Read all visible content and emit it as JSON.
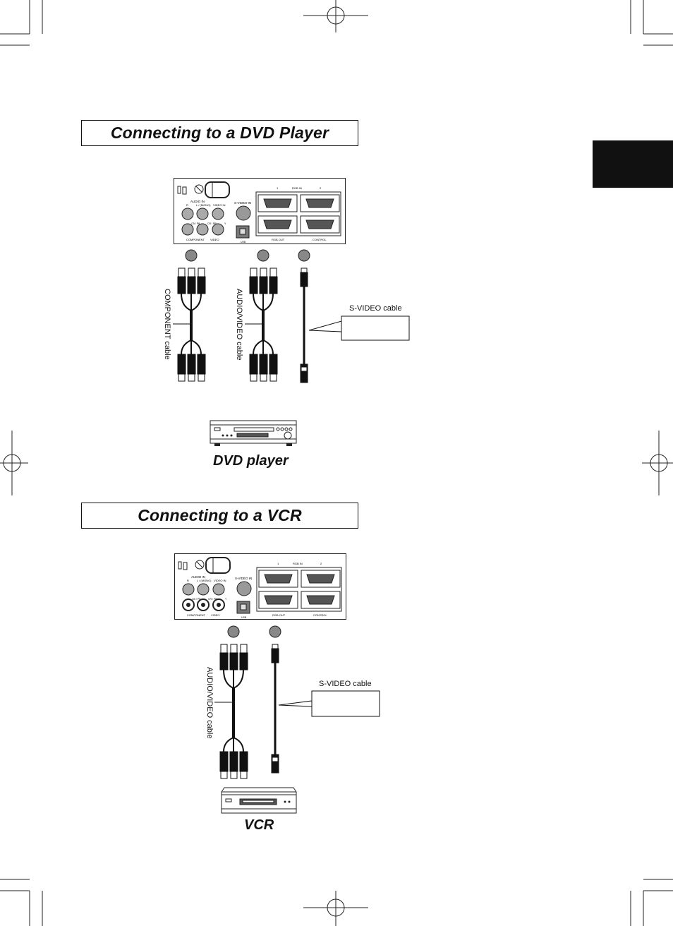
{
  "sections": [
    {
      "title": "Connecting to a DVD Player",
      "device_label": "DVD player",
      "cables": [
        "COMPONENT cable",
        "AUDIO/VIDEO cable"
      ],
      "callout": "S-VIDEO cable"
    },
    {
      "title": "Connecting to a VCR",
      "device_label": "VCR",
      "cables": [
        "AUDIO/VIDEO cable"
      ],
      "callout": "S-VIDEO cable"
    }
  ],
  "panel": {
    "audio_in": "AUDIO IN",
    "r": "R",
    "l_mono": "L / (MONO)",
    "video_in": "VIDEO IN",
    "s_video_in": "S-VIDEO IN",
    "cb_pb": "CB / PB",
    "cr_pr": "CR / PR",
    "y": "Y",
    "component": "COMPONENT",
    "video": "VIDEO",
    "usb": "USB",
    "rgb_in": "RGB   IN",
    "rgb_out": "RGB   OUT",
    "control": "CONTROL",
    "port1": "1",
    "port2": "2"
  }
}
